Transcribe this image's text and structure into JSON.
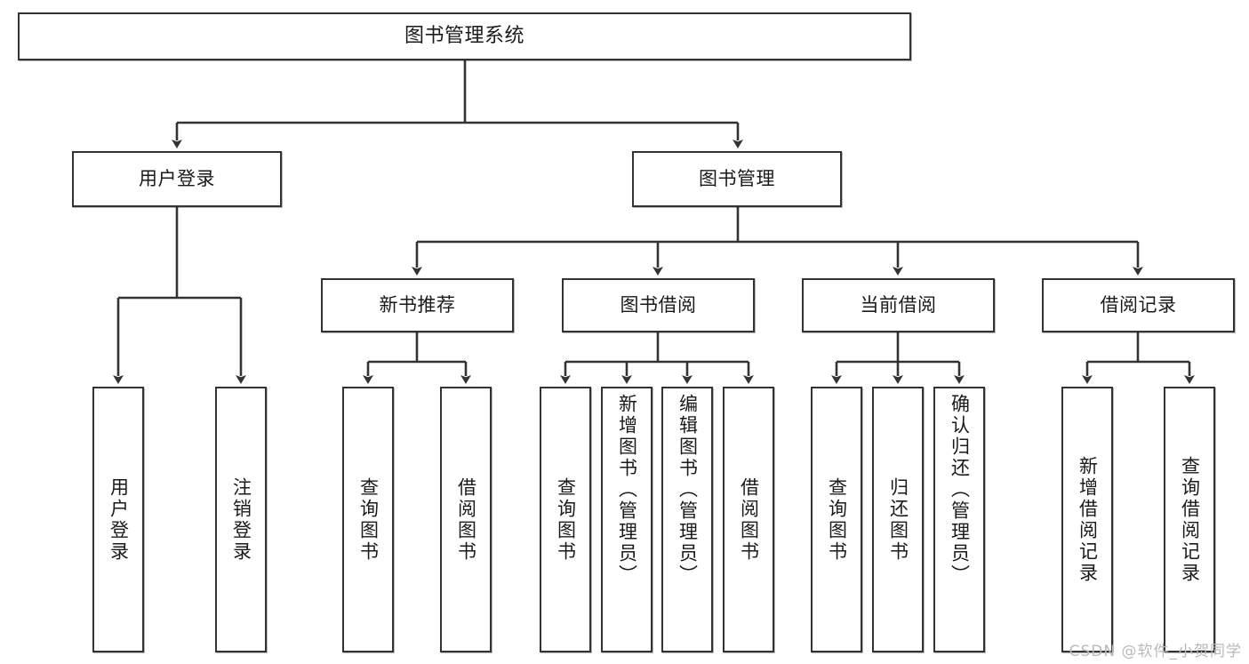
{
  "diagram": {
    "title": "图书管理系统",
    "type": "tree-hierarchy",
    "watermark": "CSDN @软件_小贺同学",
    "colors": {
      "box_border": "#333333",
      "box_fill": "#ffffff",
      "connector": "#333333",
      "text": "#1a1a1a",
      "watermark": "#b9b9b9"
    },
    "nodes": {
      "root": {
        "label": "图书管理系统"
      },
      "level2": [
        {
          "id": "user-login",
          "label": "用户登录"
        },
        {
          "id": "book-manage",
          "label": "图书管理"
        }
      ],
      "level3": [
        {
          "id": "new-book-recommend",
          "label": "新书推荐"
        },
        {
          "id": "book-borrow",
          "label": "图书借阅"
        },
        {
          "id": "current-borrow",
          "label": "当前借阅"
        },
        {
          "id": "borrow-record",
          "label": "借阅记录"
        }
      ],
      "leaves": {
        "user_login": [
          {
            "id": "leaf-user-login",
            "label": "用户登录"
          },
          {
            "id": "leaf-logout-login",
            "label": "注销登录"
          }
        ],
        "new_book_recommend": [
          {
            "id": "leaf-query-book-1",
            "label": "查询图书"
          },
          {
            "id": "leaf-borrow-book-1",
            "label": "借阅图书"
          }
        ],
        "book_borrow": [
          {
            "id": "leaf-query-book-2",
            "label": "查询图书"
          },
          {
            "id": "leaf-add-book",
            "label": "新增图书（管理员）"
          },
          {
            "id": "leaf-edit-book",
            "label": "编辑图书（管理员）"
          },
          {
            "id": "leaf-borrow-book-2",
            "label": "借阅图书"
          }
        ],
        "current_borrow": [
          {
            "id": "leaf-query-book-3",
            "label": "查询图书"
          },
          {
            "id": "leaf-return-book",
            "label": "归还图书"
          },
          {
            "id": "leaf-confirm-return",
            "label": "确认归还（管理员）"
          }
        ],
        "borrow_record": [
          {
            "id": "leaf-add-record",
            "label": "新增借阅记录"
          },
          {
            "id": "leaf-query-record",
            "label": "查询借阅记录"
          }
        ]
      }
    }
  }
}
